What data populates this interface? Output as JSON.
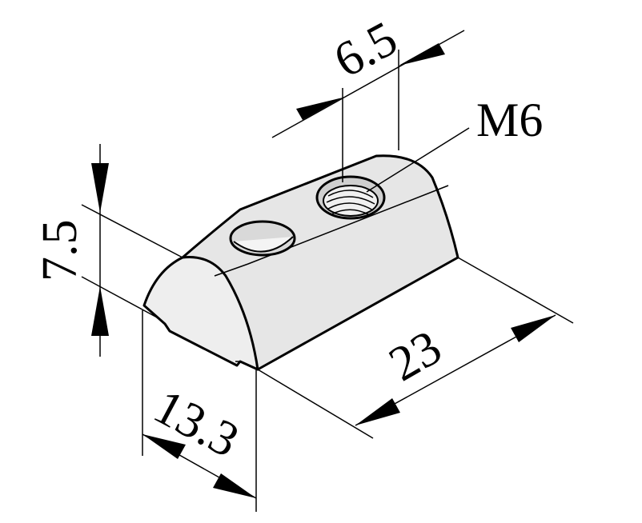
{
  "dimensions": {
    "thread": "M6",
    "hole_spacing": "6.5",
    "height": "7.5",
    "width": "13.3",
    "length": "23"
  }
}
